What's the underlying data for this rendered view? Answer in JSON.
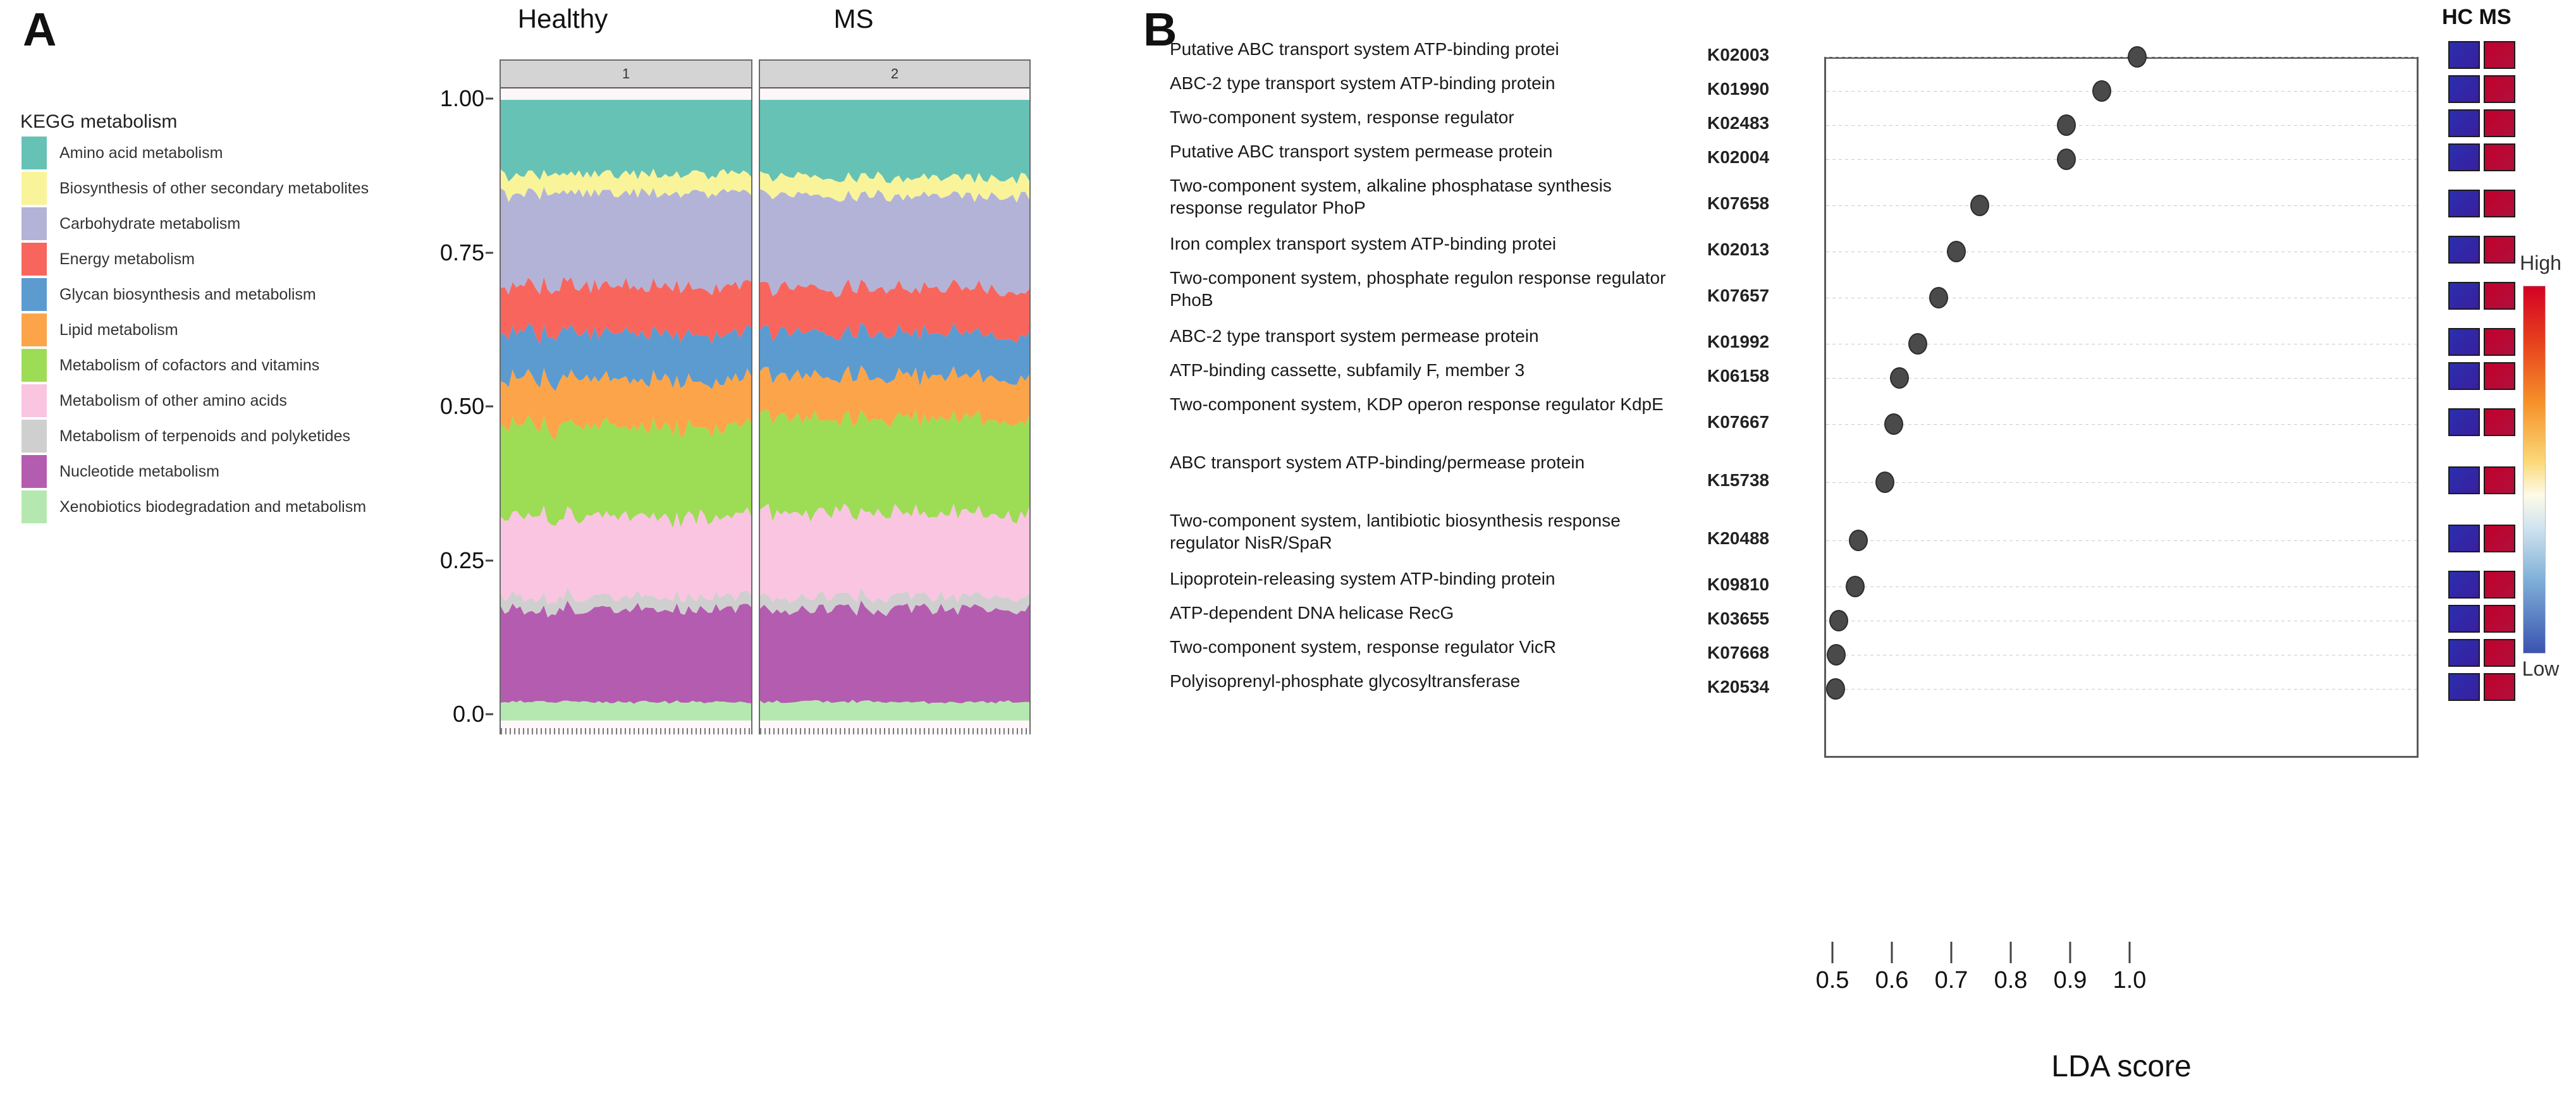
{
  "panels": {
    "a_letter": "A",
    "b_letter": "B"
  },
  "panel_a": {
    "legend_title": "KEGG metabolism",
    "facet_titles": [
      "Healthy",
      "MS"
    ],
    "facet_strip_labels": [
      "1",
      "2"
    ],
    "y_ticks": [
      "0.00",
      "0.25",
      "0.50",
      "0.75",
      "1.00"
    ],
    "legend_items": [
      {
        "label": "Amino acid metabolism",
        "color": "#66c2b5"
      },
      {
        "label": "Biosynthesis of other secondary metabolites",
        "color": "#f9f49a"
      },
      {
        "label": "Carbohydrate metabolism",
        "color": "#b3b3d8"
      },
      {
        "label": "Energy metabolism",
        "color": "#f8655c"
      },
      {
        "label": "Glycan biosynthesis and metabolism",
        "color": "#5b9bd0"
      },
      {
        "label": "Lipid metabolism",
        "color": "#fca44a"
      },
      {
        "label": "Metabolism of cofactors and vitamins",
        "color": "#9ddc55"
      },
      {
        "label": "Metabolism of other amino acids",
        "color": "#fac5e0"
      },
      {
        "label": "Metabolism of terpenoids and polyketides",
        "color": "#cfcfcf"
      },
      {
        "label": "Nucleotide metabolism",
        "color": "#b playeholder"
      },
      {
        "label": "Xenobiotics biodegradation and metabolism",
        "color": "#b5e8b0"
      }
    ]
  },
  "chart_data": [
    {
      "type": "area",
      "title": "KEGG metabolism relative abundance",
      "xlabel": "",
      "ylabel": "",
      "ylim": [
        0.0,
        1.0
      ],
      "grid": false,
      "legend_position": "left",
      "facets": [
        "Healthy",
        "MS"
      ],
      "categories": [
        "Amino acid metabolism",
        "Biosynthesis of other secondary metabolites",
        "Carbohydrate metabolism",
        "Energy metabolism",
        "Glycan biosynthesis and metabolism",
        "Lipid metabolism",
        "Metabolism of cofactors and vitamins",
        "Metabolism of other amino acids",
        "Metabolism of terpenoids and polyketides",
        "Nucleotide metabolism",
        "Xenobiotics biodegradation and metabolism"
      ],
      "series": [
        {
          "name": "Healthy",
          "mean_proportions": [
            0.12,
            0.03,
            0.15,
            0.075,
            0.075,
            0.075,
            0.145,
            0.13,
            0.02,
            0.15,
            0.03
          ]
        },
        {
          "name": "MS",
          "mean_proportions": [
            0.125,
            0.03,
            0.15,
            0.072,
            0.07,
            0.068,
            0.15,
            0.135,
            0.02,
            0.15,
            0.03
          ]
        }
      ]
    },
    {
      "type": "scatter",
      "title": "LEfSe differentially abundant KEGG orthologs",
      "xlabel": "LDA score",
      "ylabel": "",
      "xlim": [
        0.47,
        1.04
      ],
      "x_ticks": [
        0.5,
        0.6,
        0.7,
        0.8,
        0.9,
        1.0
      ],
      "x_tick_labels": [
        "0.5",
        "0.6",
        "0.7",
        "0.8",
        "0.9",
        "1.0"
      ],
      "grid": true,
      "legend_position": "right",
      "points": [
        {
          "name": "Putative ABC transport system ATP-binding protei",
          "ko": "K02003",
          "lda": 1.01
        },
        {
          "name": "ABC-2 type transport system ATP-binding protein",
          "ko": "K01990",
          "lda": 0.95
        },
        {
          "name": "Two-component system, response regulator",
          "ko": "K02483",
          "lda": 0.89
        },
        {
          "name": "Putative ABC transport system permease protein",
          "ko": "K02004",
          "lda": 0.89
        },
        {
          "name": "Two-component system, alkaline phosphatase synthesis response regulator PhoP",
          "ko": "K07658",
          "lda": 0.745
        },
        {
          "name": "Iron complex transport system ATP-binding protei",
          "ko": "K02013",
          "lda": 0.705
        },
        {
          "name": "Two-component system, phosphate regulon response regulator PhoB",
          "ko": "K07657",
          "lda": 0.675
        },
        {
          "name": "ABC-2 type transport system permease protein",
          "ko": "K01992",
          "lda": 0.64
        },
        {
          "name": "ATP-binding cassette, subfamily F, member 3",
          "ko": "K06158",
          "lda": 0.61
        },
        {
          "name": "Two-component system, KDP operon response regulator KdpE",
          "ko": "K07667",
          "lda": 0.6
        },
        {
          "name": "ABC transport system ATP-binding/permease protein",
          "ko": "K15738",
          "lda": 0.585
        },
        {
          "name": "Two-component system, lantibiotic biosynthesis response regulator NisR/SpaR",
          "ko": "K20488",
          "lda": 0.54
        },
        {
          "name": "Lipoprotein-releasing system ATP-binding protein",
          "ko": "K09810",
          "lda": 0.535
        },
        {
          "name": "ATP-dependent DNA helicase RecG",
          "ko": "K03655",
          "lda": 0.507
        },
        {
          "name": "Two-component system, response regulator VicR",
          "ko": "K07668",
          "lda": 0.503
        },
        {
          "name": "Polyisoprenyl-phosphate glycosyltransferase",
          "ko": "K20534",
          "lda": 0.502
        }
      ]
    }
  ],
  "panel_b": {
    "heat_header": "HC MS",
    "colorbar": {
      "high_label": "High",
      "low_label": "Low",
      "high_color": "#d40024",
      "low_color": "#3a53b0"
    },
    "group_colors": {
      "hc": "#2a2fae",
      "ms": "#c2002c"
    },
    "x_title": "LDA score",
    "x_tick_labels": [
      "0.5",
      "0.6",
      "0.7",
      "0.8",
      "0.9",
      "1.0"
    ],
    "rows": [
      {
        "name": "Putative ABC transport system ATP-binding protei",
        "ko": "K02003",
        "lda": 1.01,
        "lines": 1
      },
      {
        "name": "ABC-2 type transport system ATP-binding protein",
        "ko": "K01990",
        "lda": 0.95,
        "lines": 1
      },
      {
        "name": "Two-component system, response regulator",
        "ko": "K02483",
        "lda": 0.89,
        "lines": 1
      },
      {
        "name": "Putative ABC transport system permease protein",
        "ko": "K02004",
        "lda": 0.89,
        "lines": 1
      },
      {
        "name": "Two-component system, alkaline phosphatase synthesis response regulator PhoP",
        "ko": "K07658",
        "lda": 0.745,
        "lines": 2
      },
      {
        "name": "Iron complex transport system ATP-binding protei",
        "ko": "K02013",
        "lda": 0.705,
        "lines": 1
      },
      {
        "name": "Two-component system, phosphate regulon response regulator PhoB",
        "ko": "K07657",
        "lda": 0.675,
        "lines": 2
      },
      {
        "name": "ABC-2 type transport system permease protein",
        "ko": "K01992",
        "lda": 0.64,
        "lines": 1
      },
      {
        "name": "ATP-binding cassette, subfamily F, member 3",
        "ko": "K06158",
        "lda": 0.61,
        "lines": 1
      },
      {
        "name": "Two-component system, KDP operon response regulator KdpE",
        "ko": "K07667",
        "lda": 0.6,
        "lines": 2
      },
      {
        "name": "ABC transport system ATP-binding/permease protein",
        "ko": "K15738",
        "lda": 0.585,
        "lines": 2
      },
      {
        "name": "Two-component system, lantibiotic biosynthesis response regulator NisR/SpaR",
        "ko": "K20488",
        "lda": 0.54,
        "lines": 2
      },
      {
        "name": "Lipoprotein-releasing system ATP-binding protein",
        "ko": "K09810",
        "lda": 0.535,
        "lines": 1
      },
      {
        "name": "ATP-dependent DNA helicase RecG",
        "ko": "K03655",
        "lda": 0.507,
        "lines": 1
      },
      {
        "name": "Two-component system, response regulator VicR",
        "ko": "K07668",
        "lda": 0.503,
        "lines": 1
      },
      {
        "name": "Polyisoprenyl-phosphate glycosyltransferase",
        "ko": "K20534",
        "lda": 0.502,
        "lines": 1
      }
    ]
  }
}
